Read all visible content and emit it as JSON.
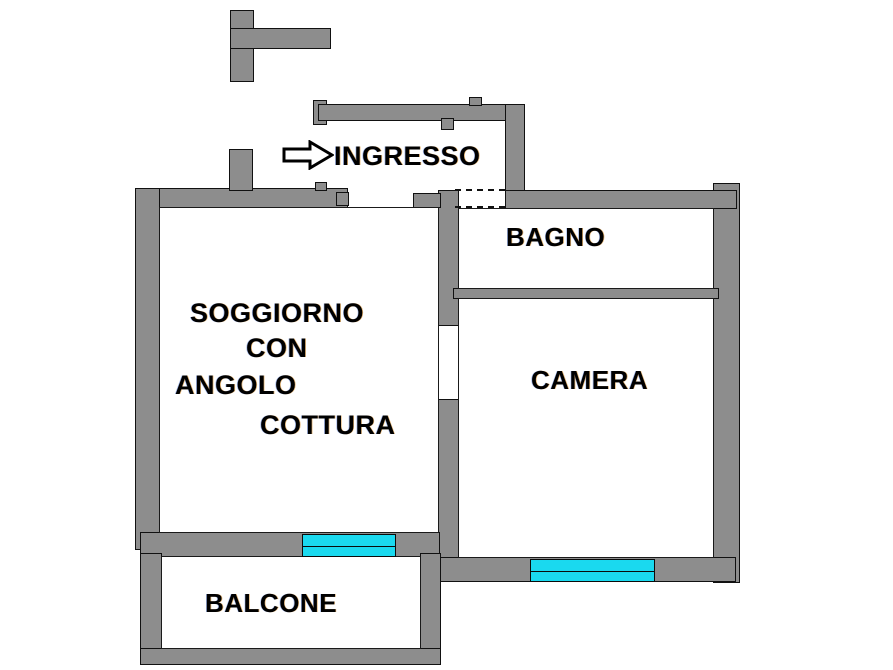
{
  "document": {
    "type": "floor-plan",
    "title": "Planimetria appartamento",
    "language": "it"
  },
  "palette": {
    "wall_fill": "#8d8d8d",
    "wall_stroke": "#111111",
    "window_glass": "#1ad9ef",
    "background": "#ffffff",
    "text": "#000000"
  },
  "annotations": {
    "entrance": {
      "label": "INGRESSO",
      "icon": "arrow-right-icon",
      "arrow_direction": "right"
    }
  },
  "rooms": [
    {
      "id": "soggiorno",
      "label_lines": [
        "SOGGIORNO",
        "CON",
        "ANGOLO",
        "COTTURA"
      ],
      "label": "SOGGIORNO CON ANGOLO COTTURA"
    },
    {
      "id": "bagno",
      "label_lines": [
        "BAGNO"
      ],
      "label": "BAGNO"
    },
    {
      "id": "camera",
      "label_lines": [
        "CAMERA"
      ],
      "label": "CAMERA"
    },
    {
      "id": "balcone",
      "label_lines": [
        "BALCONE"
      ],
      "label": "BALCONE"
    }
  ],
  "labels": {
    "soggiorno_l1": "SOGGIORNO",
    "soggiorno_l2": "CON",
    "soggiorno_l3": "ANGOLO",
    "soggiorno_l4": "COTTURA",
    "bagno": "BAGNO",
    "camera": "CAMERA",
    "balcone": "BALCONE",
    "ingresso": "INGRESSO"
  },
  "windows": [
    {
      "id": "window-soggiorno",
      "room": "soggiorno",
      "panes": 2
    },
    {
      "id": "window-camera",
      "room": "camera",
      "panes": 2
    }
  ],
  "openings": [
    {
      "id": "opening-ingresso-bagno",
      "style": "dashed",
      "count": 2
    }
  ]
}
